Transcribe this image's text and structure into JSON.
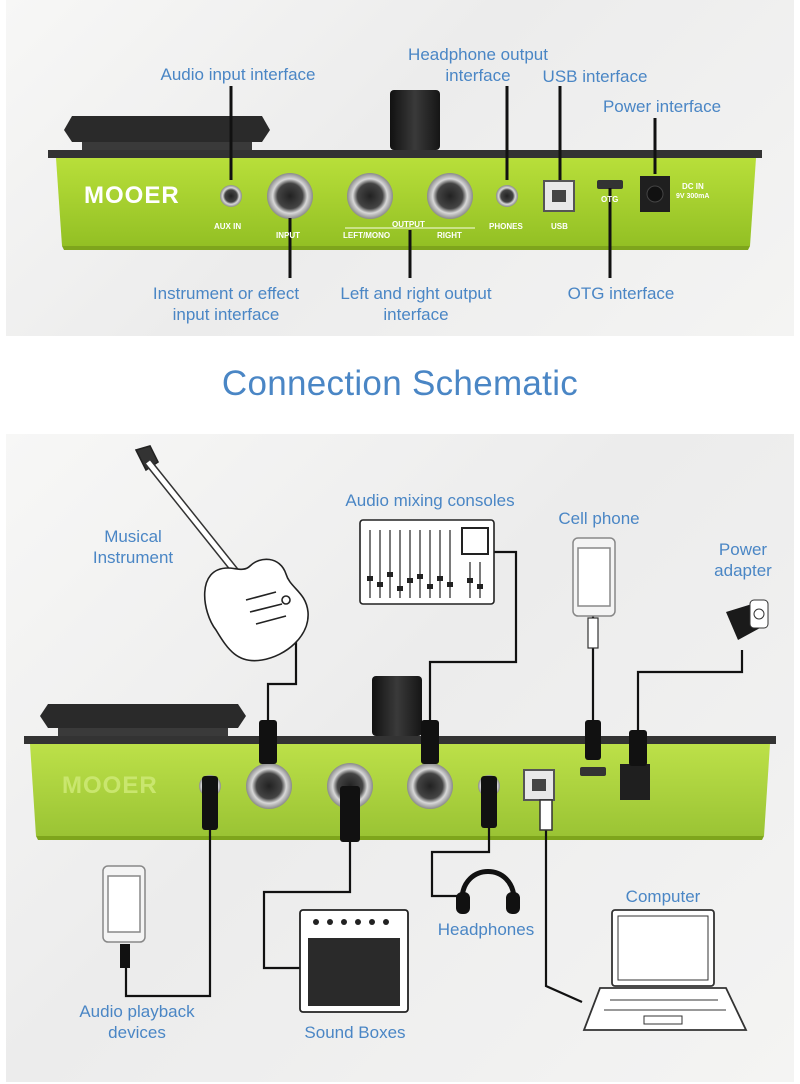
{
  "title": "Connection Schematic",
  "device": {
    "brand": "MOOER",
    "port_labels": {
      "aux_in": "AUX IN",
      "input": "INPUT",
      "output": "OUTPUT",
      "left_mono": "LEFT/MONO",
      "right": "RIGHT",
      "phones": "PHONES",
      "usb": "USB",
      "otg": "OTG",
      "dc_in": "DC IN",
      "dc_rating": "9V 300mA"
    }
  },
  "interfaces": {
    "audio_input": "Audio input interface",
    "headphone_output": "Headphone output\ninterface",
    "usb": "USB interface",
    "power": "Power interface",
    "instrument_input": "Instrument or effect\ninput interface",
    "left_right_output": "Left and right output\ninterface",
    "otg": "OTG interface"
  },
  "connections": {
    "musical_instrument": "Musical\nInstrument",
    "mixing_consoles": "Audio mixing consoles",
    "cell_phone": "Cell phone",
    "power_adapter": "Power\nadapter",
    "computer": "Computer",
    "headphones": "Headphones",
    "playback_devices": "Audio playback\ndevices",
    "sound_boxes": "Sound Boxes"
  },
  "colors": {
    "accent_text": "#4a86c5",
    "device_green": "#a6d12f",
    "device_dark": "#2b2b2b"
  }
}
